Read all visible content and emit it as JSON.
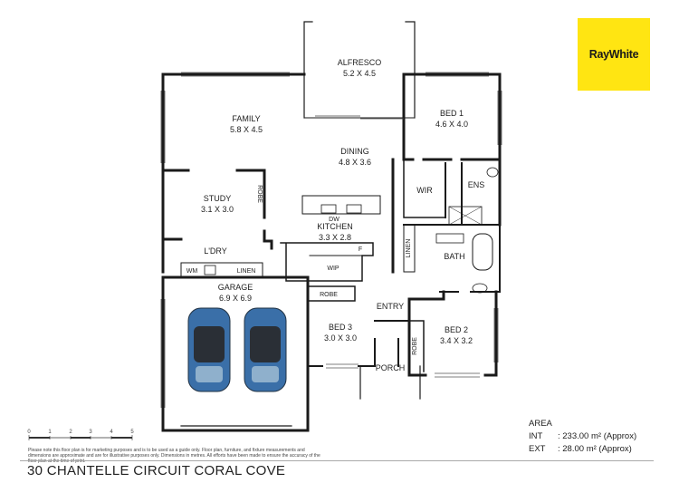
{
  "brand": {
    "logo_text": "RayWhite",
    "logo_color": "#ffe512"
  },
  "rooms": {
    "alfresco": {
      "name": "ALFRESCO",
      "size": "5.2 X 4.5"
    },
    "family": {
      "name": "FAMILY",
      "size": "5.8 X 4.5"
    },
    "dining": {
      "name": "DINING",
      "size": "4.8 X 3.6"
    },
    "bed1": {
      "name": "BED 1",
      "size": "4.6 X 4.0"
    },
    "study": {
      "name": "STUDY",
      "size": "3.1 X 3.0"
    },
    "kitchen": {
      "name": "KITCHEN",
      "size": "3.3 X 2.8"
    },
    "garage": {
      "name": "GARAGE",
      "size": "6.9 X 6.9"
    },
    "bed3": {
      "name": "BED 3",
      "size": "3.0 X 3.0"
    },
    "bed2": {
      "name": "BED 2",
      "size": "3.4 X 3.2"
    }
  },
  "labels": {
    "wir": "WIR",
    "ens": "ENS",
    "bath": "BATH",
    "linen": "LINEN",
    "robe": "ROBE",
    "ldry": "L'DRY",
    "wm": "WM",
    "wip": "WIP",
    "dw": "DW",
    "f": "F",
    "entry": "ENTRY",
    "porch": "PORCH"
  },
  "scale": {
    "ticks": [
      "0",
      "1",
      "2",
      "3",
      "4",
      "5"
    ]
  },
  "area": {
    "heading": "AREA",
    "rows": [
      {
        "label": "INT",
        "value": ": 233.00 m² (Approx)"
      },
      {
        "label": "EXT",
        "value": ": 28.00 m² (Approx)"
      }
    ]
  },
  "disclaimer": "Please note this floor plan is for marketing purposes and is to be used as a guide only. Floor plan, furniture, and fixture measurements and dimensions are approximate and are for illustrative purposes only. Dimensions in metres. All efforts have been made to ensure the accuracy of the floor plan at the time of print.",
  "address": "30 CHANTELLE CIRCUIT CORAL COVE"
}
